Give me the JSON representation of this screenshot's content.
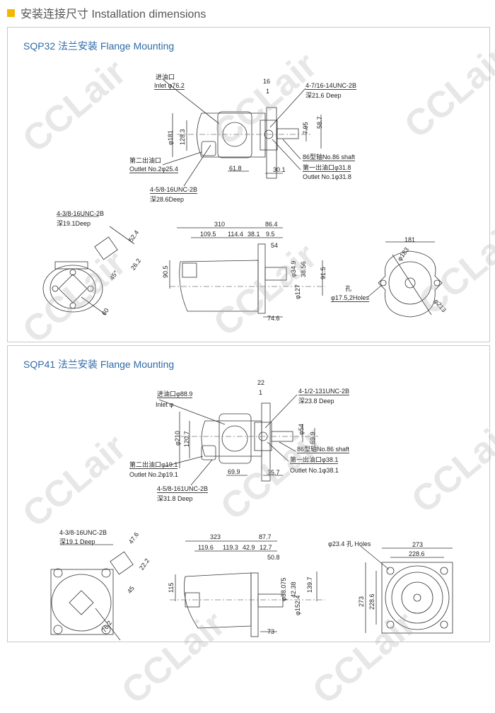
{
  "header": {
    "title": "安装连接尺寸  Installation dimensions",
    "accent": "#f2b800"
  },
  "watermark": "CCLair",
  "sqp32": {
    "title": "SQP32 法兰安装 Flange Mounting",
    "top": {
      "inlet_cn": "进油口",
      "inlet": "Inlet φ76.2",
      "d16": "16",
      "d1": "1",
      "thread1": "4-7/16-14UNC-2B",
      "deep1": "深21.6 Deep",
      "d181": "φ181",
      "d128": "128.3",
      "d795": "7.95",
      "d587": "58.7",
      "shaft": "86型轴No.86 shaft",
      "out2_cn": "第二出油口",
      "out2": "Outlet No.2φ25.4",
      "d618": "61.8",
      "d301": "30.1",
      "out1_cn": "第一出油口φ31.8",
      "out1": "Outlet No.1φ31.8",
      "thread2": "4-5/8-16UNC-2B",
      "deep2": "深28.6Deep"
    },
    "front": {
      "thread": "4-3/8-16UNC-2B",
      "deep": "深19.1Deep",
      "d524": "52.4",
      "d262": "26.2",
      "angle": "45°",
      "d60": "60"
    },
    "side": {
      "d310": "310",
      "d864": "86.4",
      "d1095": "109.5",
      "d1144": "114.4",
      "d381": "38.1",
      "d95": "9.5",
      "d54": "54",
      "d905": "90.5",
      "d349": "φ34.9",
      "d3856": "38.56",
      "d915": "91.5",
      "d127": "φ127",
      "d746": "74.6"
    },
    "rear": {
      "d181": "181",
      "d183": "φ183",
      "hole_cn": "孔",
      "holes": "φ17.5,2Holes",
      "d213": "φ213"
    }
  },
  "sqp41": {
    "title": "SQP41 法兰安装 Flange Mounting",
    "top": {
      "d22": "22",
      "d1": "1",
      "inlet": "进油口φ88.9",
      "inlet2": "Inlet φ",
      "thread1": "4-1/2-131UNC-2B",
      "deep1": "深23.8 Deep",
      "d210": "φ210",
      "d1207": "120.7",
      "d54": "φ54",
      "d699v": "69.9",
      "shaft": "86型轴No.86 shaft",
      "out2_cn": "第二出油口φ19.1",
      "out2": "Outlet No.2φ19.1",
      "d699": "69.9",
      "d357": "35.7",
      "out1_cn": "第一出油口φ38.1",
      "out1": "Outlet No.1φ38.1",
      "thread2": "4-5/8-161UNC-2B",
      "deep2": "深31.8 Deep"
    },
    "front": {
      "thread": "4-3/8-16UNC-2B",
      "deep": "深19.1 Deep",
      "d476": "47.6",
      "d222": "22.2",
      "angle": "45",
      "d762": "76.2"
    },
    "side": {
      "d323": "323",
      "d877": "87.7",
      "d1196": "119.6",
      "d1193": "119.3",
      "d429": "42.9",
      "d127": "12.7",
      "d508": "50.8",
      "d115": "115",
      "d38075": "φ38.075",
      "d4238": "42.38",
      "d1397": "139.7",
      "d1524": "φ152.4",
      "d73": "73"
    },
    "rear": {
      "holes": "φ23.4 孔 Holes",
      "d273": "273",
      "d2286": "228.6",
      "d273v": "273",
      "d2286v": "228.6"
    }
  }
}
